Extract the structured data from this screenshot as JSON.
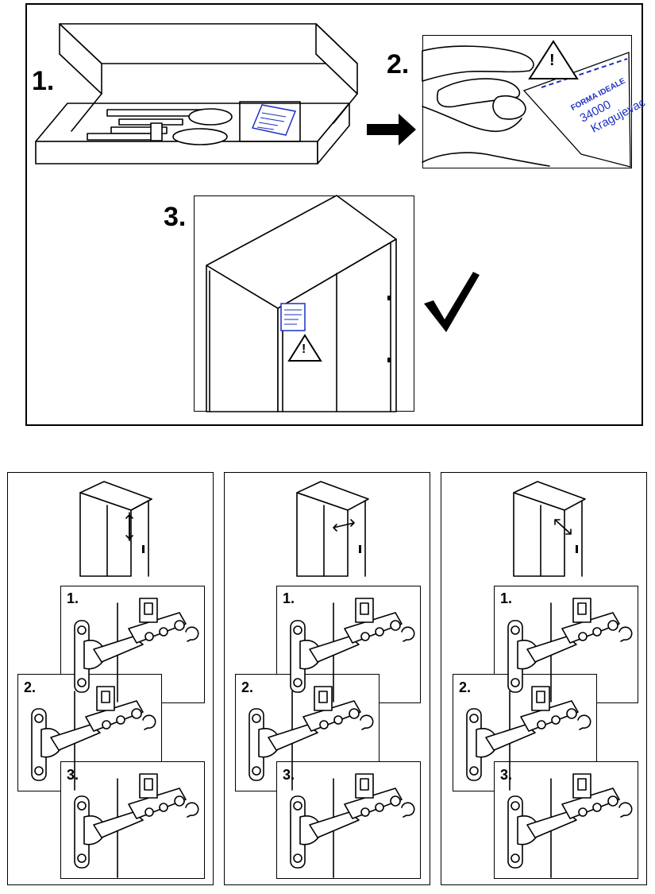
{
  "instructions": {
    "top": {
      "step1": "1.",
      "step2": "2.",
      "step3": "3.",
      "label_brand": "FORMA IDEALE",
      "label_zip": "34000",
      "label_city": "Kragujevac",
      "warning_symbol": "!",
      "arrow_icon": "right-arrow-icon",
      "check_icon": "checkmark-icon"
    },
    "adjust": [
      {
        "panel": "vertical-adjustment",
        "steps": [
          "1.",
          "2.",
          "3."
        ]
      },
      {
        "panel": "horizontal-adjustment",
        "steps": [
          "1.",
          "2.",
          "3."
        ]
      },
      {
        "panel": "depth-adjustment",
        "steps": [
          "1.",
          "2.",
          "3."
        ]
      }
    ]
  }
}
